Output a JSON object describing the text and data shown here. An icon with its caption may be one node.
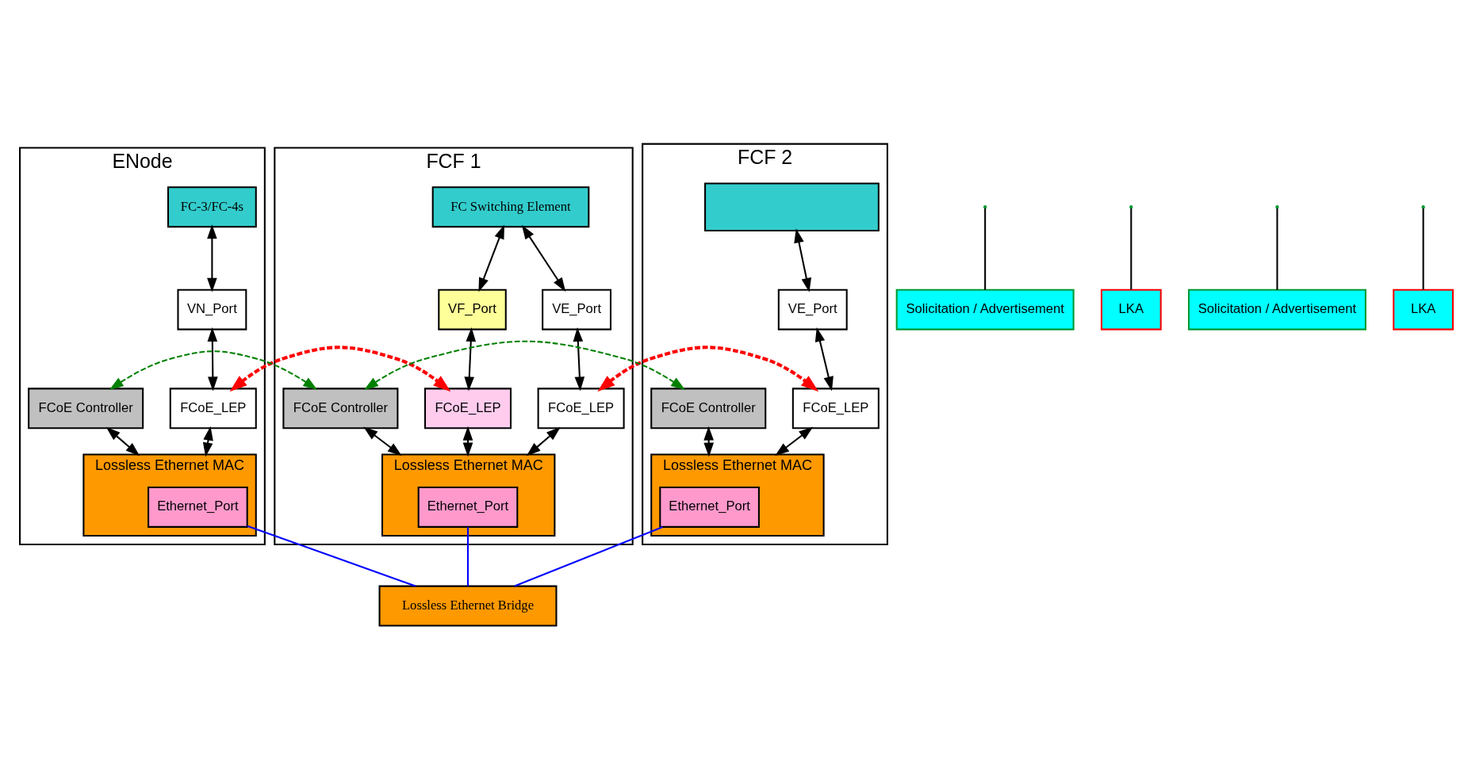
{
  "diagram": {
    "nodes": [
      {
        "text": [
          "ENode"
        ]
      },
      {
        "text": [
          "FC-3/FC-4s"
        ],
        "in": 0
      },
      {
        "text": [
          "VN_Port"
        ],
        "in": 0
      },
      {
        "text": [
          "FCoE_LEP"
        ],
        "in": 0
      },
      {
        "text": [
          "FCoE Controller"
        ],
        "in": 0
      },
      {
        "text": [
          "Lossless Ethernet MAC"
        ],
        "in": 0
      },
      {
        "text": [
          "Ethernet_Port"
        ],
        "in": 5
      },
      {
        "text": [
          "FCF 1"
        ]
      },
      {
        "text": [
          "FC Switching Element"
        ],
        "in": 7
      },
      {
        "text": [
          "VF_Port"
        ],
        "in": 7
      },
      {
        "text": [
          "FCoE_LEP"
        ],
        "in": 7
      },
      {
        "text": [
          "VE_Port"
        ],
        "in": 7
      },
      {
        "text": [
          "FCoE_LEP"
        ],
        "in": 7
      },
      {
        "text": [
          "FCoE Controller"
        ],
        "in": 7
      },
      {
        "text": [
          "Lossless Ethernet MAC"
        ],
        "in": 7
      },
      {
        "text": [
          "Ethernet_Port"
        ],
        "in": 14
      },
      {
        "text": [
          "FCF 2"
        ]
      },
      {
        "text": [],
        "shape": "box",
        "in": 16
      },
      {
        "text": [
          "VE_Port"
        ],
        "in": 16
      },
      {
        "text": [
          "FCoE_LEP"
        ],
        "in": 16
      },
      {
        "text": [
          "FCoE Controller"
        ],
        "in": 16
      },
      {
        "text": [
          "Lossless Ethernet MAC"
        ],
        "in": 16
      },
      {
        "text": [
          "Ethernet_Port"
        ],
        "in": 21
      },
      {
        "text": [
          "Lossless Ethernet Bridge"
        ]
      },
      {
        "text": [
          "Solicitation / Advertisement"
        ]
      },
      {
        "text": [
          "LKA"
        ]
      },
      {
        "text": [
          "Solicitation / Advertisement"
        ]
      },
      {
        "text": [
          "LKA"
        ]
      }
    ],
    "edges": [
      {
        "from": 1,
        "to": 2,
        "arrow": "both"
      },
      {
        "from": 2,
        "to": 3,
        "arrow": "both"
      },
      {
        "from": 3,
        "to": 5,
        "arrow": "both"
      },
      {
        "from": 4,
        "to": 5,
        "arrow": "both"
      },
      {
        "from": 8,
        "to": 9,
        "arrow": "both"
      },
      {
        "from": 9,
        "to": 10,
        "arrow": "both"
      },
      {
        "from": 8,
        "to": 11,
        "arrow": "both"
      },
      {
        "from": 11,
        "to": 12,
        "arrow": "both"
      },
      {
        "from": 13,
        "to": 14,
        "arrow": "both"
      },
      {
        "from": 10,
        "to": 14,
        "arrow": "both"
      },
      {
        "from": 12,
        "to": 14,
        "arrow": "both"
      },
      {
        "from": 17,
        "to": 18,
        "arrow": "both"
      },
      {
        "from": 18,
        "to": 19,
        "arrow": "both"
      },
      {
        "from": 20,
        "to": 21,
        "arrow": "both"
      },
      {
        "from": 19,
        "to": 21,
        "arrow": "both"
      },
      {
        "from": 4,
        "to": 13,
        "arrow": "both",
        "style": "dashed",
        "color": "#008000"
      },
      {
        "from": 13,
        "to": 20,
        "arrow": "both",
        "style": "dashed",
        "color": "#008000"
      },
      {
        "from": 3,
        "to": 10,
        "arrow": "both",
        "style": "dashed",
        "color": "#ff0000"
      },
      {
        "from": 12,
        "to": 19,
        "arrow": "both",
        "style": "dashed",
        "color": "#ff0000"
      },
      {
        "from": 6,
        "to": 23,
        "arrow": "none",
        "color": "#0000ff"
      },
      {
        "from": 15,
        "to": 23,
        "arrow": "none",
        "color": "#0000ff"
      },
      {
        "from": 22,
        "to": 23,
        "arrow": "none",
        "color": "#0000ff"
      },
      {
        "from": 24,
        "to": null,
        "arrow": "none"
      },
      {
        "from": 25,
        "to": null,
        "arrow": "none"
      },
      {
        "from": 26,
        "to": null,
        "arrow": "none"
      },
      {
        "from": 27,
        "to": null,
        "arrow": "none"
      }
    ]
  }
}
